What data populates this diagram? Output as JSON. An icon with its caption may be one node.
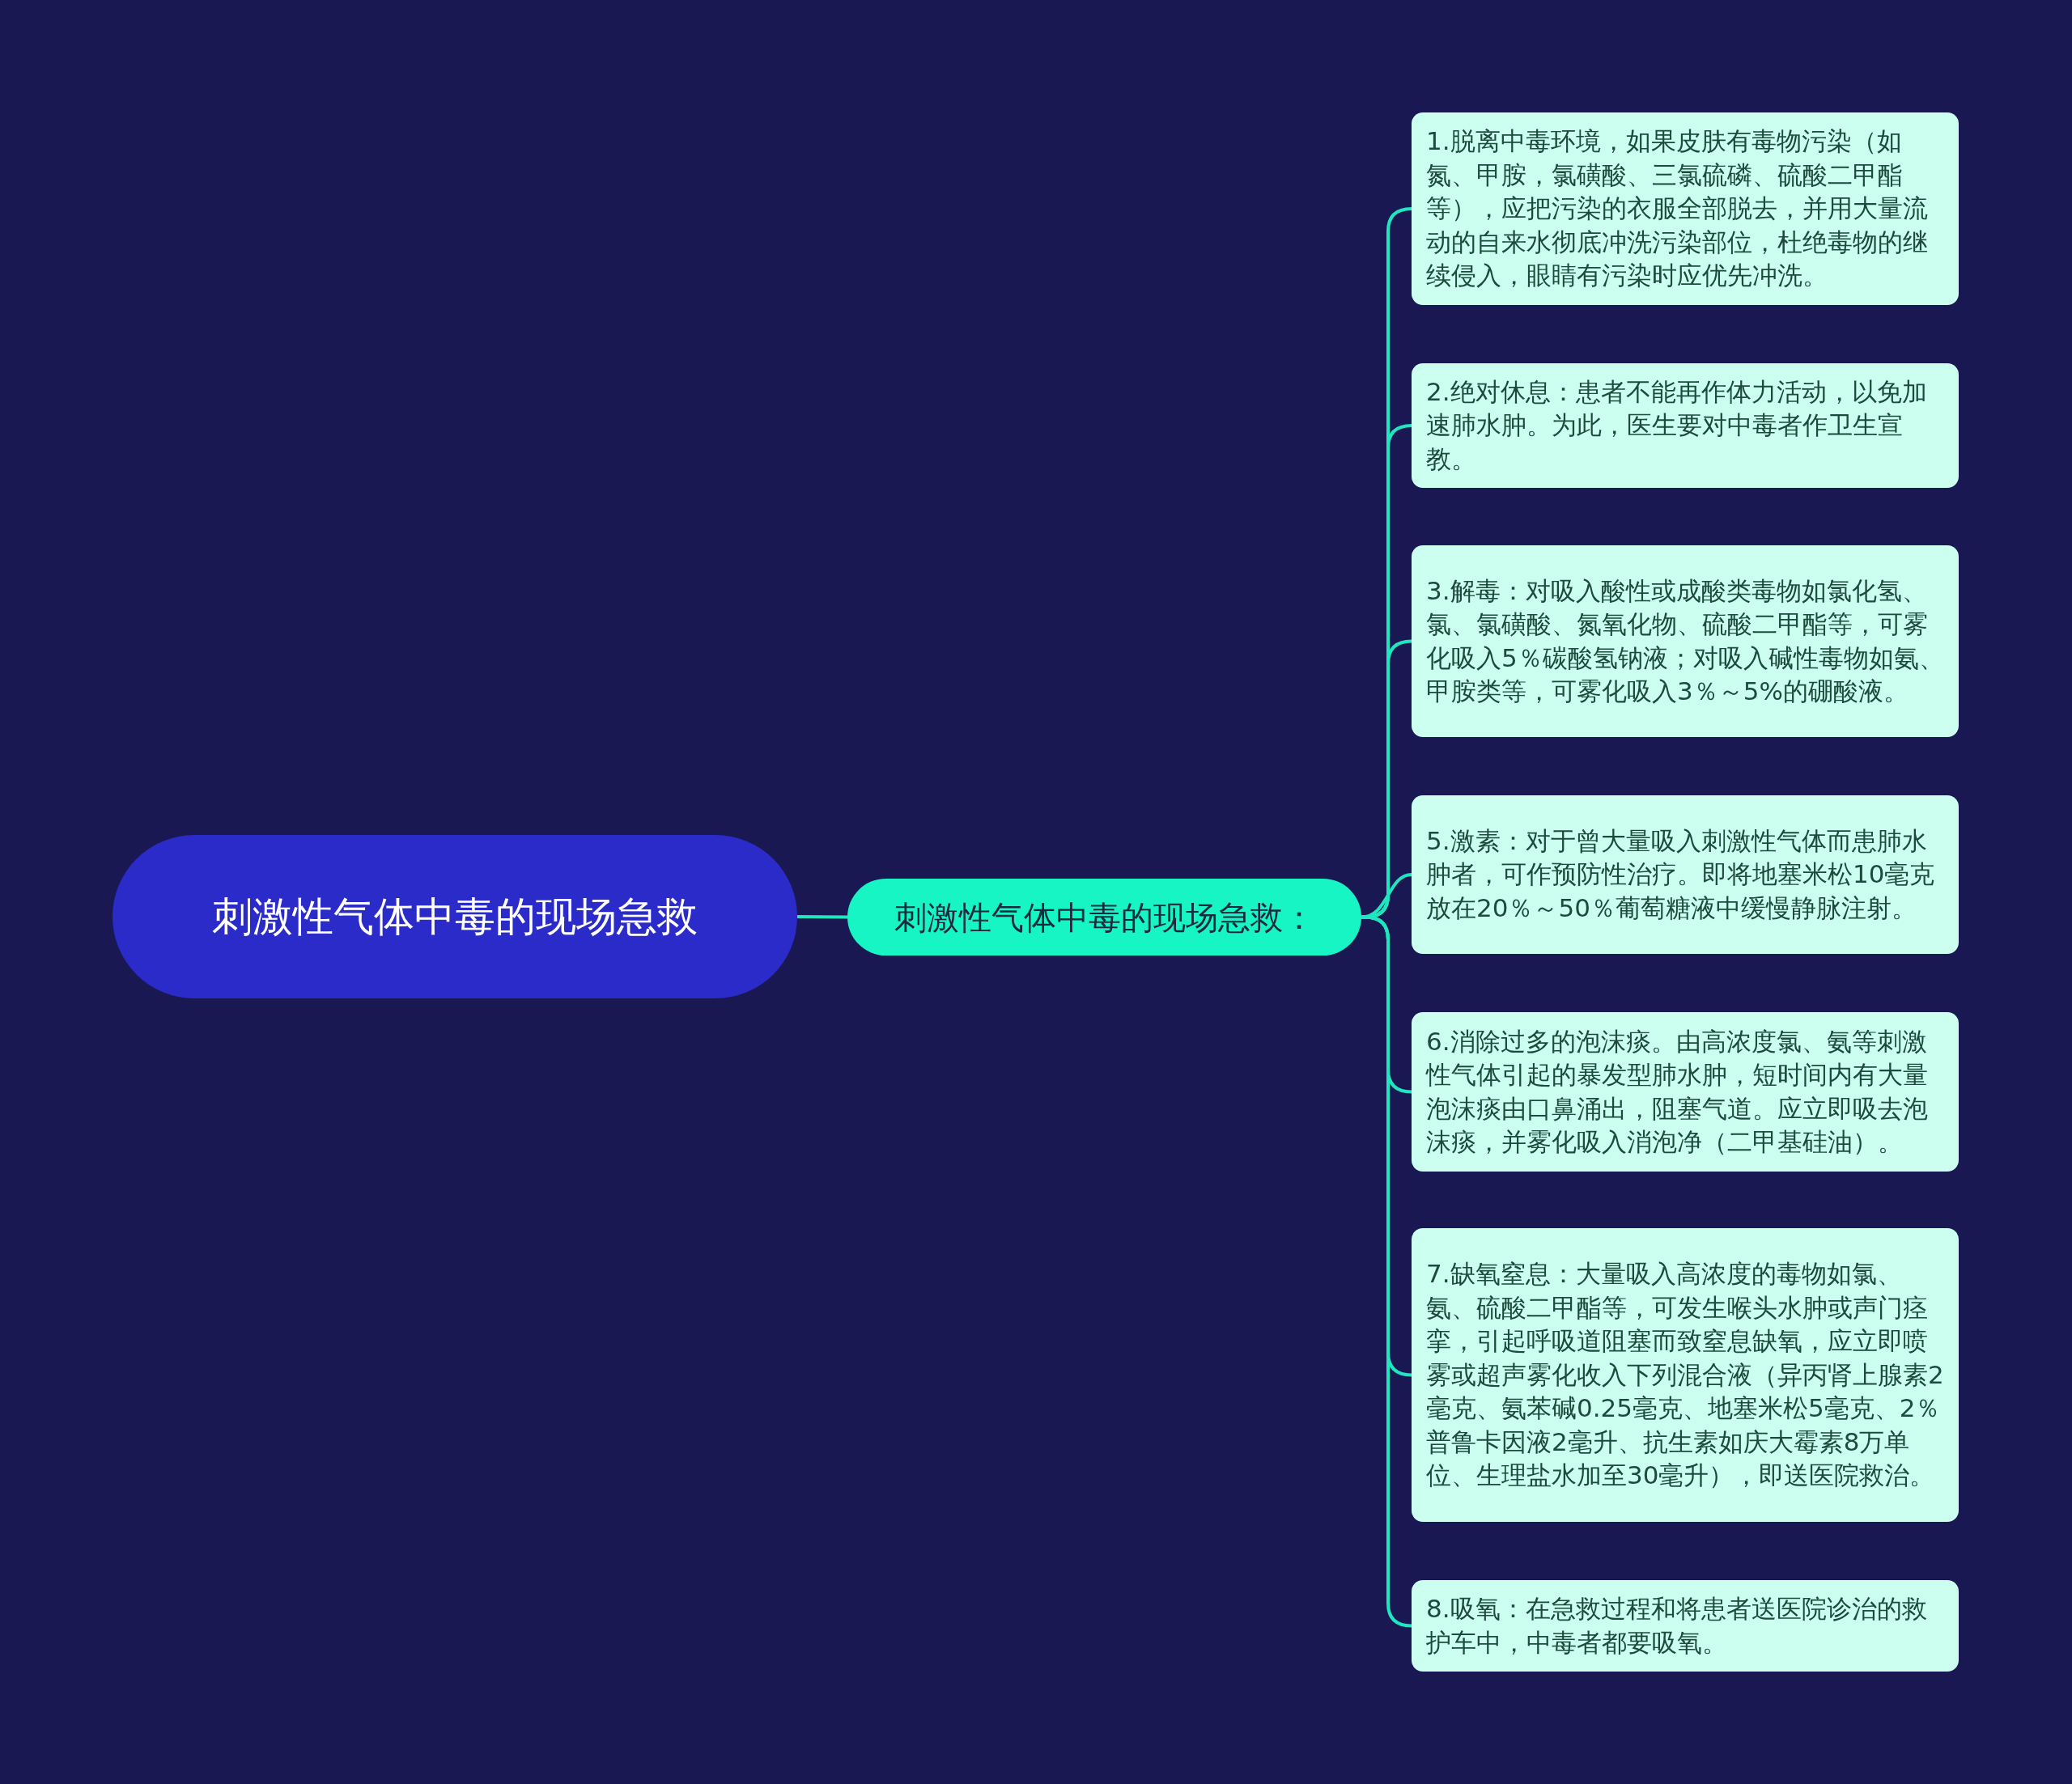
{
  "diagram": {
    "nodes": [
      {
        "text": [
          "刺激性气体中毒的现场急救"
        ]
      },
      {
        "text": [
          "刺激性气体中毒的现场急救："
        ]
      },
      {
        "text": [
          "1.脱离中毒环境，如果皮肤有毒物污染（如氮、甲胺，氯磺酸、三氯硫磷、硫酸二甲酯等），应把污染的衣服全部脱去，并用大量流动的自来水彻底冲洗污染部位，杜绝毒物的继续侵入，眼睛有污染时应优先冲洗。"
        ]
      },
      {
        "text": [
          "2.绝对休息：患者不能再作体力活动，以免加速肺水肿。为此，医生要对中毒者作卫生宣教。"
        ]
      },
      {
        "text": [
          "3.解毒：对吸入酸性或成酸类毒物如氯化氢、氯、氯磺酸、氮氧化物、硫酸二甲酯等，可雾化吸入5％碳酸氢钠液；对吸入碱性毒物如氨、甲胺类等，可雾化吸入3％～5%的硼酸液。"
        ]
      },
      {
        "text": [
          "5.激素：对于曾大量吸入刺激性气体而患肺水肿者，可作预防性治疗。即将地塞米松10毫克放在20％～50％葡萄糖液中缓慢静脉注射。"
        ]
      },
      {
        "text": [
          "6.消除过多的泡沫痰。由高浓度氯、氨等刺激性气体引起的暴发型肺水肿，短时间内有大量泡沫痰由口鼻涌出，阻塞气道。应立即吸去泡沫痰，并雾化吸入消泡净（二甲基硅油）。"
        ]
      },
      {
        "text": [
          "7.缺氧窒息：大量吸入高浓度的毒物如氯、氨、硫酸二甲酯等，可发生喉头水肿或声门痉挛，引起呼吸道阻塞而致窒息缺氧，应立即喷雾或超声雾化收入下列混合液（异丙肾上腺素2毫克、氨苯碱0.25毫克、地塞米松5毫克、2％普鲁卡因液2毫升、抗生素如庆大霉素8万单位、生理盐水加至30毫升），即送医院救治。"
        ]
      },
      {
        "text": [
          "8.吸氧：在急救过程和将患者送医院诊治的救护车中，中毒者都要吸氧。"
        ]
      }
    ],
    "edges": [
      {
        "from": 0,
        "to": 1,
        "arrow": "none"
      },
      {
        "from": 1,
        "to": 2,
        "arrow": "none"
      },
      {
        "from": 1,
        "to": 3,
        "arrow": "none"
      },
      {
        "from": 1,
        "to": 4,
        "arrow": "none"
      },
      {
        "from": 1,
        "to": 5,
        "arrow": "none"
      },
      {
        "from": 1,
        "to": 6,
        "arrow": "none"
      },
      {
        "from": 1,
        "to": 7,
        "arrow": "none"
      },
      {
        "from": 1,
        "to": 8,
        "arrow": "none"
      }
    ]
  }
}
